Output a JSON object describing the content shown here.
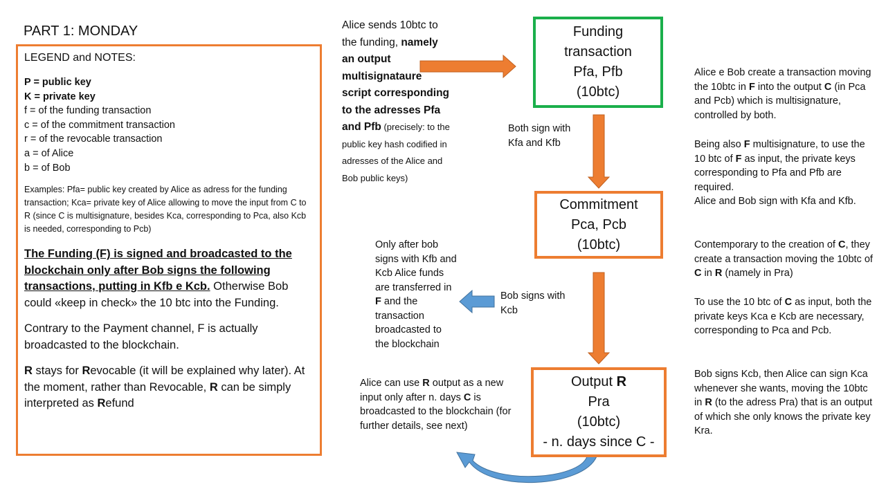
{
  "title": "PART 1: MONDAY",
  "legend": {
    "heading": "LEGEND and NOTES:",
    "defs": [
      {
        "text": "P = public key",
        "bold": true
      },
      {
        "text": "K = private key",
        "bold": true
      },
      {
        "text": "f = of the funding transaction",
        "bold": false
      },
      {
        "text": "c = of the commitment transaction",
        "bold": false
      },
      {
        "text": "r = of the revocable transaction",
        "bold": false
      },
      {
        "text": "a = of Alice",
        "bold": false
      },
      {
        "text": "b = of Bob",
        "bold": false
      }
    ],
    "examples": "Examples: Pfa= public key created by Alice as adress for the funding transaction; Kca= private key of Alice allowing to move the input from C to R (since C is multisignature, besides Kca, corresponding to Pca, also Kcb is needed, corresponding to Pcb)",
    "p1_underlined": "The Funding (F) is signed and broadcasted to the blockchain only after Bob signs the following transactions, putting in Kfb e Kcb.",
    "p1_rest": " Otherwise Bob could «keep in check» the 10 btc into the Funding.",
    "p2": "Contrary to the Payment channel, F is actually broadcasted to the blockchain.",
    "p3_r1": "R",
    "p3_a": " stays for ",
    "p3_r2": "R",
    "p3_b": "evocable (it will be explained why later). At the moment, rather than Revocable, ",
    "p3_r3": "R",
    "p3_c": " can be simply interpreted as ",
    "p3_r4": "R",
    "p3_d": "efund"
  },
  "alice_note": {
    "a": "Alice sends 10btc to the funding, ",
    "b": "namely an output multisignataure script corresponding to the adresses Pfa and Pfb",
    "c": " (precisely: to the public key hash codified in adresses of the Alice and Bob public keys)"
  },
  "boxes": {
    "funding": {
      "l1": "Funding",
      "l2": "transaction",
      "l3": "Pfa, Pfb",
      "l4": "(10btc)"
    },
    "commitment": {
      "l1": "Commitment",
      "l2": "Pca, Pcb",
      "l3": "(10btc)"
    },
    "output": {
      "l1a": "Output ",
      "l1b": "R",
      "l2": "Pra",
      "l3": "(10btc)",
      "l4": "- n. days since C -"
    }
  },
  "both_sign": "Both sign with Kfa and Kfb",
  "only_after": {
    "a": "Only after bob signs with Kfb and Kcb Alice funds are transferred in ",
    "b": "F",
    "c": " and the transaction broadcasted to the blockchain"
  },
  "bob_signs": "Bob signs with Kcb",
  "can_use": {
    "a": "Alice can use ",
    "b": "R",
    "c": " output as a new input only after n. days ",
    "d": "C",
    "e": " is broadcasted to the blockchain (for further details, see next)"
  },
  "right": {
    "p1": {
      "a": "Alice e Bob create a transaction moving the 10btc in ",
      "b": "F",
      "c": " into the output ",
      "d": "C",
      "e": " (in Pca and Pcb) which is multisignature, controlled by both."
    },
    "p2": {
      "a": "Being also ",
      "b": "F",
      "c": " multisignature, to use the 10 btc of ",
      "d": "F",
      "e": " as input, the private keys corresponding to Pfa and Pfb are required.",
      "f": "Alice and Bob sign with Kfa and Kfb."
    },
    "p3": {
      "a": "Contemporary to the creation of ",
      "b": "C",
      "c": ", they create a transaction moving the 10btc of ",
      "d": "C",
      "e": " in ",
      "f": "R",
      "g": " (namely in Pra)"
    },
    "p4": {
      "a": "To use the 10 btc of ",
      "b": "C",
      "c": " as input, both the private keys Kca e Kcb are necessary, corresponding to Pca and Pcb."
    },
    "p5": {
      "a": "Bob signs Kcb, then Alice can sign Kca whenever she wants, moving the 10btc in ",
      "b": "R",
      "c": " (to the adress Pra) that is an output of which she only knows the private key Kra."
    }
  },
  "colors": {
    "orange": "#ED7D31",
    "green": "#1AAF4B",
    "blue": "#5B9BD5"
  }
}
